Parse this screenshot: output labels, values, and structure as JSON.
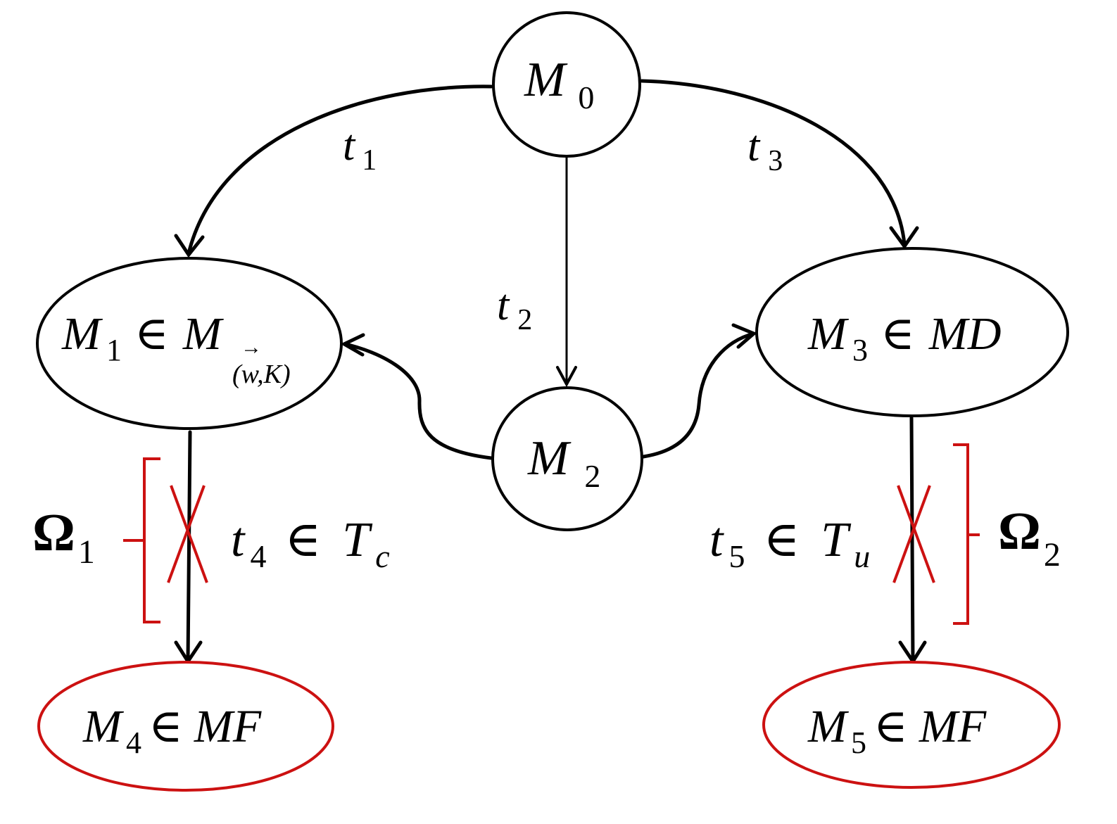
{
  "nodes": {
    "m0": {
      "main": "M",
      "sub": "0"
    },
    "m1": {
      "main": "M",
      "sub": "1",
      "rel": "∈",
      "set": "M",
      "set_sub": "(w,K)",
      "vec_mark": "→"
    },
    "m2": {
      "main": "M",
      "sub": "2"
    },
    "m3": {
      "main": "M",
      "sub": "3",
      "rel": "∈",
      "set": "MD"
    },
    "m4": {
      "main": "M",
      "sub": "4",
      "rel": "∈",
      "set": "MF"
    },
    "m5": {
      "main": "M",
      "sub": "5",
      "rel": "∈",
      "set": "MF"
    }
  },
  "transitions": {
    "t1": {
      "main": "t",
      "sub": "1"
    },
    "t2": {
      "main": "t",
      "sub": "2"
    },
    "t3": {
      "main": "t",
      "sub": "3"
    },
    "t4": {
      "main": "t",
      "sub": "4",
      "rel": "∈",
      "set": "T",
      "set_sub": "c"
    },
    "t5": {
      "main": "t",
      "sub": "5",
      "rel": "∈",
      "set": "T",
      "set_sub": "u"
    }
  },
  "omegas": {
    "omega1": {
      "main": "Ω",
      "sub": "1"
    },
    "omega2": {
      "main": "Ω",
      "sub": "2"
    }
  },
  "colors": {
    "line": "#000000",
    "forbidden": "#cc1111"
  }
}
